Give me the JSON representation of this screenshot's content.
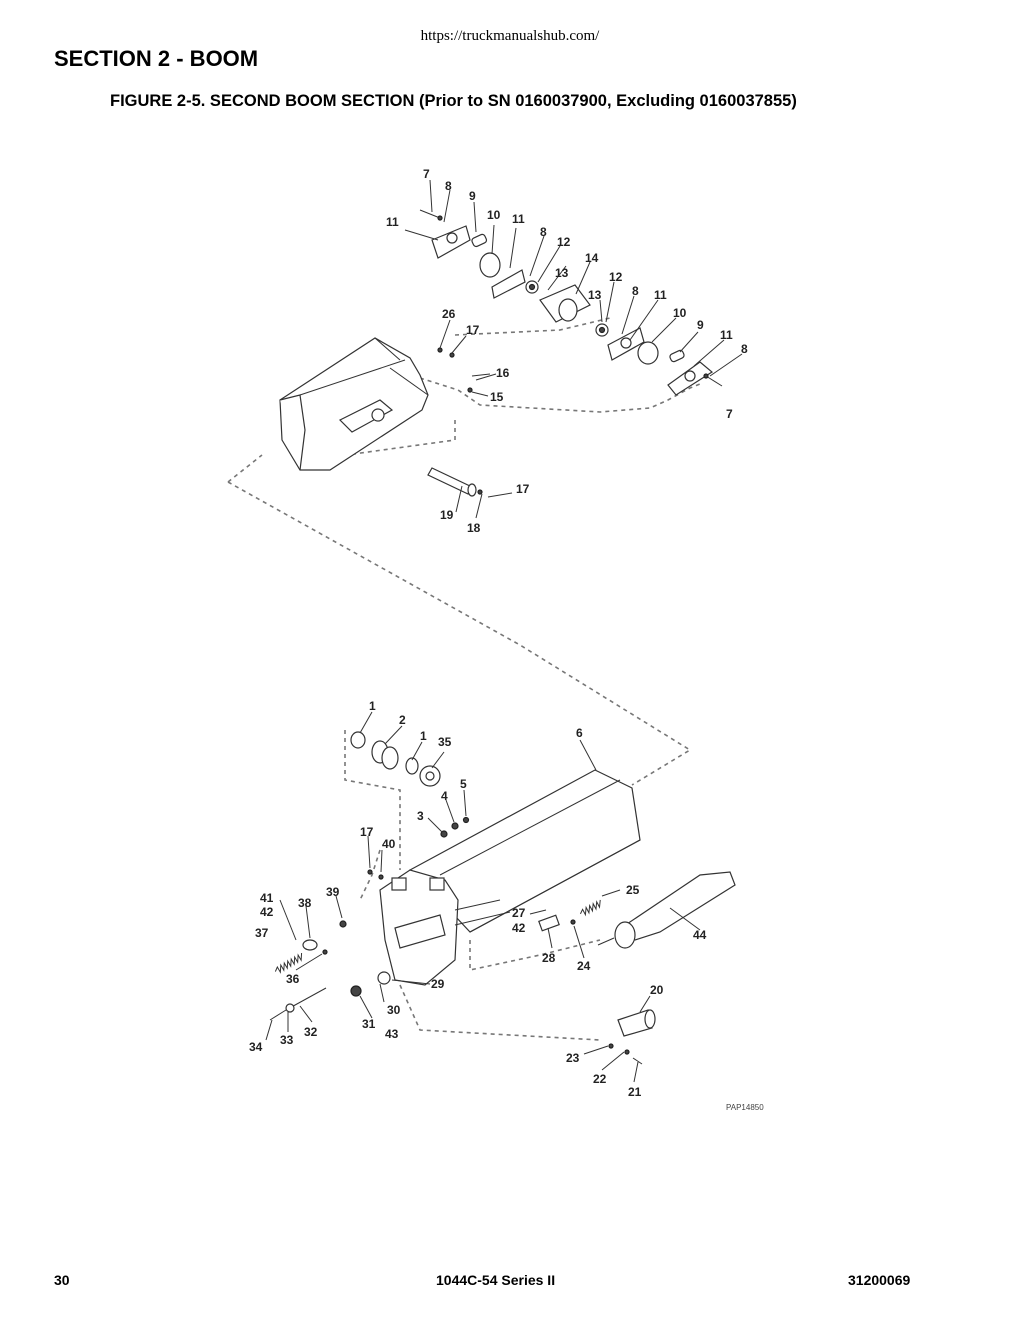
{
  "header": {
    "url": "https://truckmanualshub.com/",
    "section_title": "SECTION 2 - BOOM",
    "figure_title": "FIGURE 2-5. SECOND BOOM SECTION (Prior to SN 0160037900, Excluding 0160037855)"
  },
  "diagram": {
    "drawing_code": "PAP14850",
    "callouts": {
      "c7a": "7",
      "c8a": "8",
      "c9a": "9",
      "c11a": "11",
      "c10a": "10",
      "c11b": "11",
      "c8b": "8",
      "c12a": "12",
      "c13a": "13",
      "c14": "14",
      "c12b": "12",
      "c13b": "13",
      "c8c": "8",
      "c11c": "11",
      "c10b": "10",
      "c9b": "9",
      "c11d": "11",
      "c8d": "8",
      "c7b": "7",
      "c26": "26",
      "c17a": "17",
      "c16": "16",
      "c15": "15",
      "c17b": "17",
      "c19": "19",
      "c18": "18",
      "c1a": "1",
      "c2": "2",
      "c1b": "1",
      "c35": "35",
      "c6": "6",
      "c5": "5",
      "c4": "4",
      "c3": "3",
      "c17c": "17",
      "c40": "40",
      "c41": "41",
      "c42a": "42",
      "c39": "39",
      "c38": "38",
      "c37": "37",
      "c36": "36",
      "c25": "25",
      "c27": "27",
      "c42b": "42",
      "c44": "44",
      "c28": "28",
      "c24": "24",
      "c29": "29",
      "c30": "30",
      "c31": "31",
      "c43": "43",
      "c32": "32",
      "c33": "33",
      "c34": "34",
      "c20": "20",
      "c23": "23",
      "c22": "22",
      "c21": "21"
    }
  },
  "footer": {
    "page_number": "30",
    "model": "1044C-54 Series II",
    "doc_number": "31200069"
  }
}
